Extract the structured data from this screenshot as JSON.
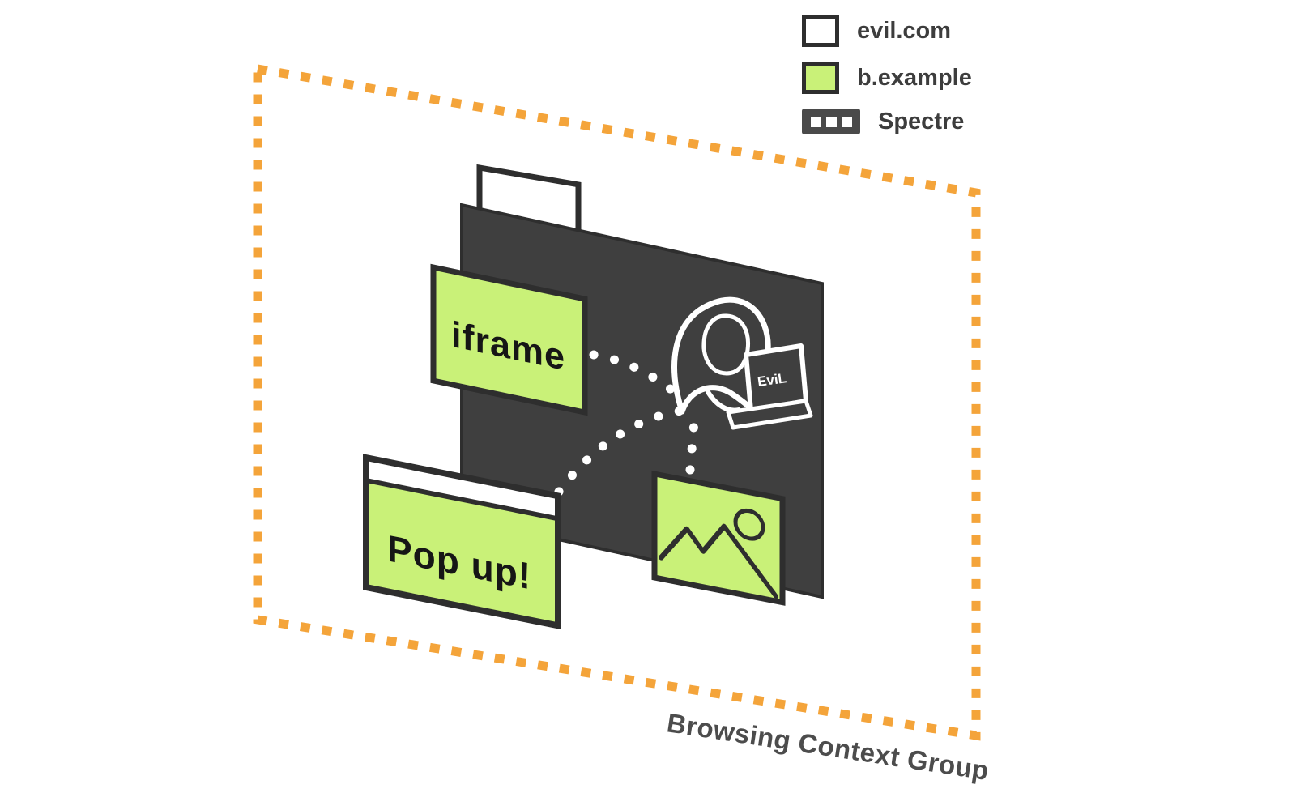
{
  "legend": {
    "items": [
      {
        "label": "evil.com"
      },
      {
        "label": "b.example"
      },
      {
        "label": "Spectre"
      }
    ]
  },
  "diagram": {
    "group_label": "Browsing Context Group",
    "iframe_label": "iframe",
    "popup_label": "Pop up!",
    "laptop_label": "EviL"
  },
  "colors": {
    "site_green": "#c9f178",
    "page_dark": "#3f3f3f",
    "outline_black": "#2e2e2e",
    "border_orange": "#f4a43a",
    "label_gray": "#4c4c4c",
    "legend_text_gray": "#3d3d3d"
  }
}
